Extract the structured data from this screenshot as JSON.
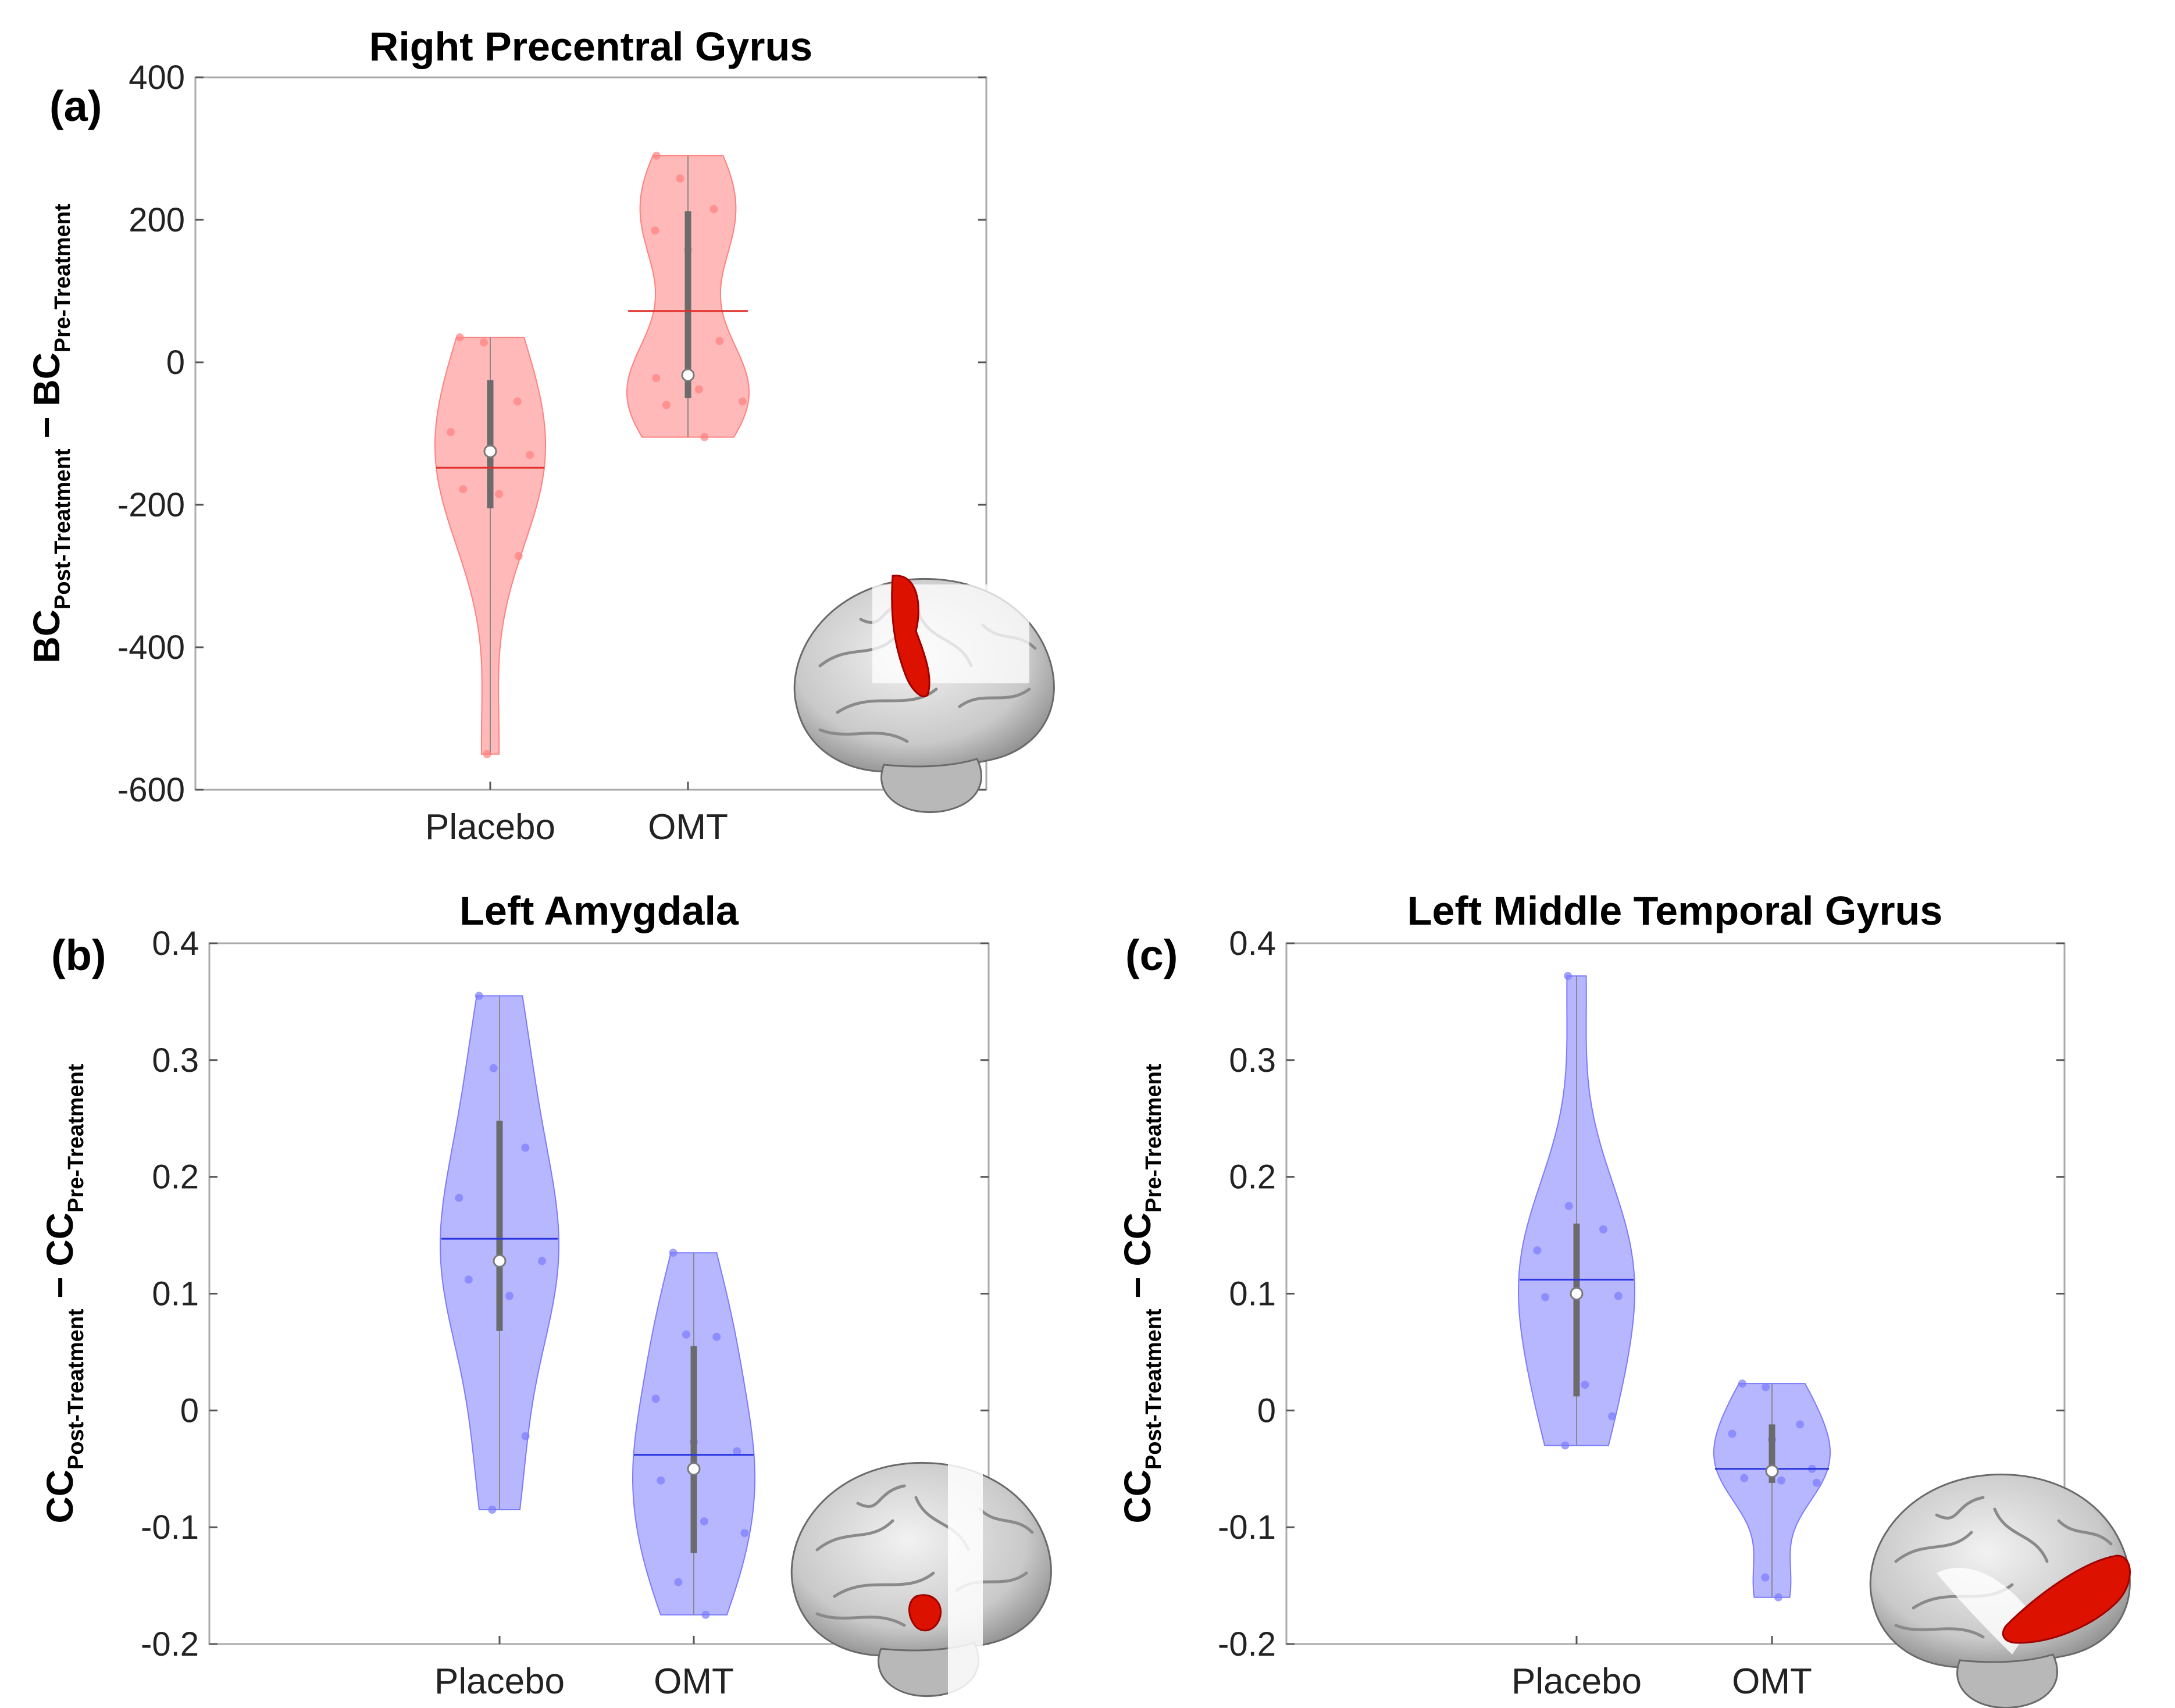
{
  "figure": {
    "panels": [
      {
        "label": "(a)",
        "title": "Right Precentral Gyrus",
        "ylabel_main": "BC",
        "ylabel_sub1": "Post-Treatment",
        "ylabel_sep": "−",
        "ylabel_main2": "BC",
        "ylabel_sub2": "Pre-Treatment",
        "inset": "brain-lateral-precentral"
      },
      {
        "label": "(b)",
        "title": "Left Amygdala",
        "ylabel_main": "CC",
        "ylabel_sub1": "Post-Treatment",
        "ylabel_sep": "−",
        "ylabel_main2": "CC",
        "ylabel_sub2": "Pre-Treatment",
        "inset": "brain-medial-amygdala"
      },
      {
        "label": "(c)",
        "title": "Left Middle Temporal Gyrus",
        "ylabel_main": "CC",
        "ylabel_sub1": "Post-Treatment",
        "ylabel_sep": "−",
        "ylabel_main2": "CC",
        "ylabel_sub2": "Pre-Treatment",
        "inset": "brain-medial-temporal"
      }
    ]
  },
  "chart_data": [
    {
      "type": "violin",
      "title": "Right Precentral Gyrus",
      "categories": [
        "Placebo",
        "OMT"
      ],
      "ylim": [
        -600,
        400
      ],
      "yticks": [
        -600,
        -400,
        -200,
        0,
        200,
        400
      ],
      "ytick_labels": [
        "-600",
        "-400",
        "-200",
        "0",
        "200",
        "400"
      ],
      "color": "#ff8080",
      "series": [
        {
          "category": "Placebo",
          "range": [
            -550,
            35
          ],
          "mean": -148,
          "median": -125,
          "q1": -205,
          "q3": -25,
          "points": [
            35,
            28,
            -55,
            -98,
            -125,
            -130,
            -178,
            -185,
            -272,
            -550
          ]
        },
        {
          "category": "OMT",
          "range": [
            -105,
            290
          ],
          "mean": 72,
          "median": -18,
          "q1": -50,
          "q3": 212,
          "points": [
            290,
            258,
            215,
            185,
            158,
            30,
            -22,
            -38,
            -55,
            -60,
            -105
          ]
        }
      ]
    },
    {
      "type": "violin",
      "title": "Left Amygdala",
      "categories": [
        "Placebo",
        "OMT"
      ],
      "ylim": [
        -0.2,
        0.4
      ],
      "yticks": [
        -0.2,
        -0.1,
        0,
        0.1,
        0.2,
        0.3,
        0.4
      ],
      "ytick_labels": [
        "-0.2",
        "-0.1",
        "0",
        "0.1",
        "0.2",
        "0.3",
        "0.4"
      ],
      "color": "#7b7bff",
      "series": [
        {
          "category": "Placebo",
          "range": [
            -0.085,
            0.355
          ],
          "mean": 0.147,
          "median": 0.128,
          "q1": 0.068,
          "q3": 0.248,
          "points": [
            0.355,
            0.293,
            0.225,
            0.182,
            0.13,
            0.128,
            0.112,
            0.098,
            -0.022,
            -0.085
          ]
        },
        {
          "category": "OMT",
          "range": [
            -0.175,
            0.135
          ],
          "mean": -0.038,
          "median": -0.05,
          "q1": -0.122,
          "q3": 0.055,
          "points": [
            0.135,
            0.065,
            0.063,
            0.01,
            -0.027,
            -0.035,
            -0.06,
            -0.095,
            -0.105,
            -0.147,
            -0.175
          ]
        }
      ]
    },
    {
      "type": "violin",
      "title": "Left Middle Temporal Gyrus",
      "categories": [
        "Placebo",
        "OMT"
      ],
      "ylim": [
        -0.2,
        0.4
      ],
      "yticks": [
        -0.2,
        -0.1,
        0,
        0.1,
        0.2,
        0.3,
        0.4
      ],
      "ytick_labels": [
        "-0.2",
        "-0.1",
        "0",
        "0.1",
        "0.2",
        "0.3",
        "0.4"
      ],
      "color": "#7b7bff",
      "series": [
        {
          "category": "Placebo",
          "range": [
            -0.03,
            0.372
          ],
          "mean": 0.112,
          "median": 0.1,
          "q1": 0.012,
          "q3": 0.16,
          "points": [
            0.372,
            0.175,
            0.155,
            0.137,
            0.1,
            0.098,
            0.097,
            0.022,
            -0.005,
            -0.03
          ]
        },
        {
          "category": "OMT",
          "range": [
            -0.16,
            0.023
          ],
          "mean": -0.05,
          "median": -0.052,
          "q1": -0.062,
          "q3": -0.012,
          "points": [
            0.023,
            0.02,
            -0.012,
            -0.02,
            -0.025,
            -0.05,
            -0.058,
            -0.06,
            -0.062,
            -0.143,
            -0.16
          ]
        }
      ]
    }
  ]
}
